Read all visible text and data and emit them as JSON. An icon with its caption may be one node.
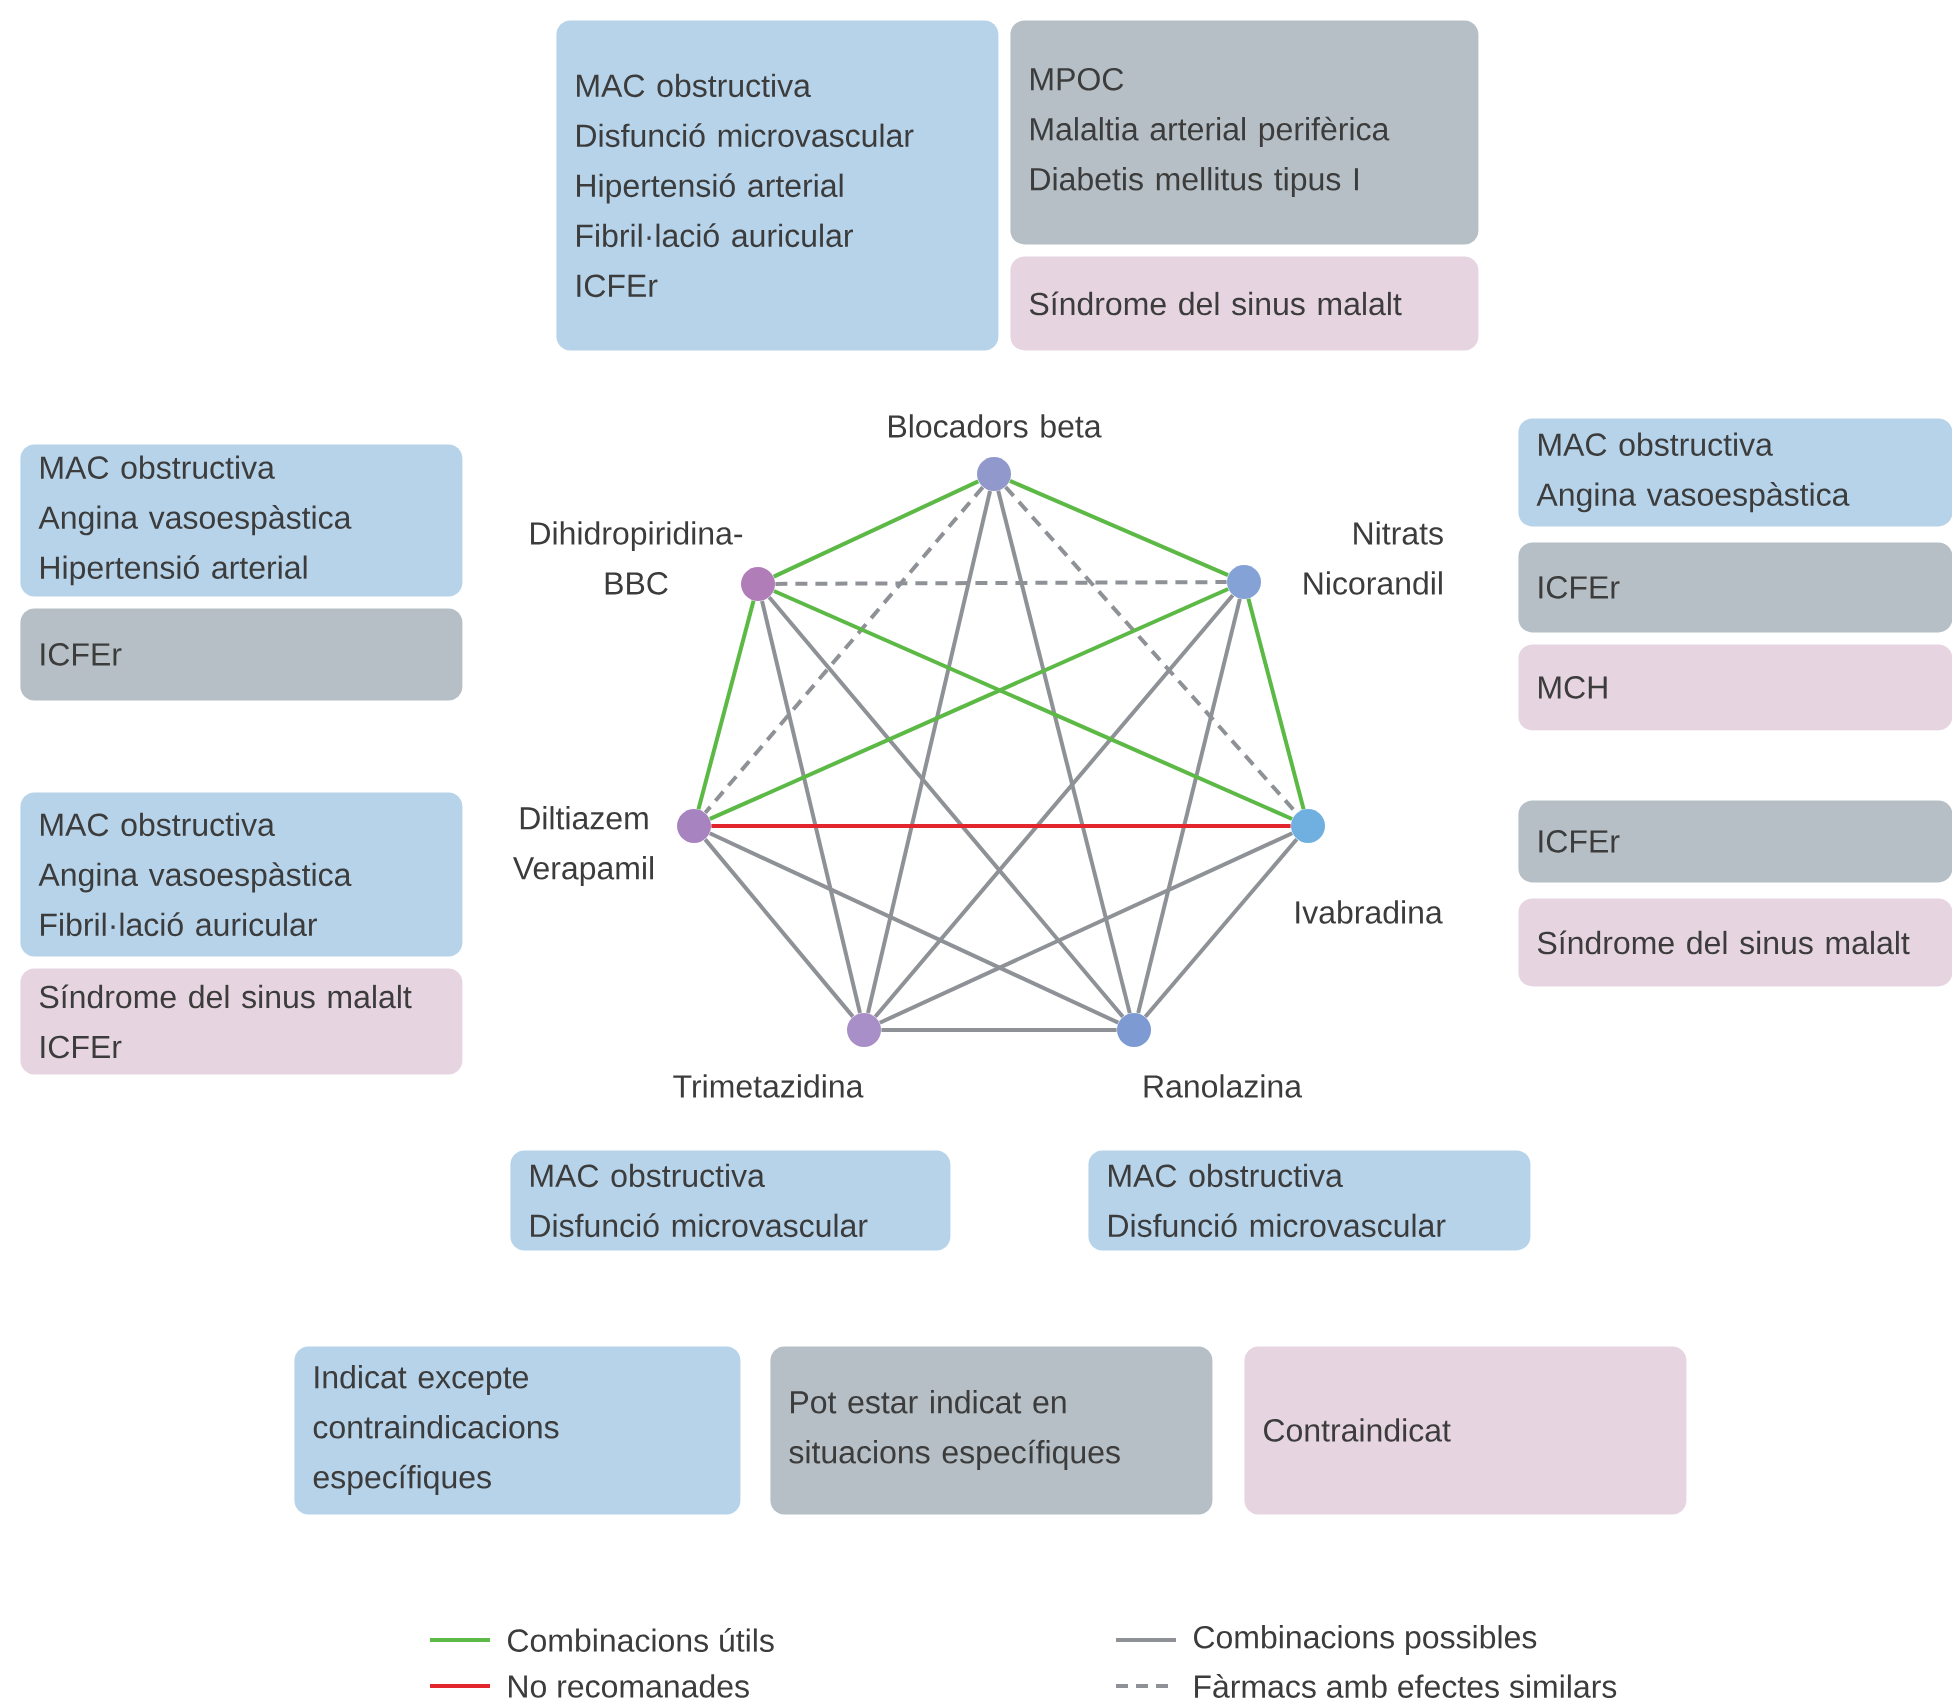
{
  "diagram": {
    "nodes": [
      {
        "text": [],
        "shape": "circle",
        "beside": [
          "Blocadors beta"
        ]
      },
      {
        "text": [],
        "shape": "circle",
        "beside": [
          "Nitrats Nicorandil"
        ]
      },
      {
        "text": [],
        "shape": "circle",
        "beside": [
          "Ivabradina"
        ]
      },
      {
        "text": [],
        "shape": "circle",
        "beside": [
          "Ranolazina"
        ]
      },
      {
        "text": [],
        "shape": "circle",
        "beside": [
          "Trimetazidina"
        ]
      },
      {
        "text": [],
        "shape": "circle",
        "beside": [
          "Diltiazem Verapamil"
        ]
      },
      {
        "text": [],
        "shape": "circle",
        "beside": [
          "Dihidropiridina- BBC"
        ]
      },
      {
        "text": [
          "MAC obstructiva",
          "Disfunció microvascular",
          "Hipertensió arterial",
          "Fibril·lació auricular",
          "ICFEr"
        ]
      },
      {
        "text": [
          "MPOC",
          "Malaltia arterial perifèrica",
          "Diabetis mellitus tipus I"
        ]
      },
      {
        "text": [
          "Síndrome del sinus malalt"
        ]
      },
      {
        "text": [
          "MAC obstructiva",
          "Angina vasoespàstica",
          "Hipertensió arterial"
        ]
      },
      {
        "text": [
          "ICFEr"
        ]
      },
      {
        "text": [
          "MAC obstructiva",
          "Angina vasoespàstica"
        ]
      },
      {
        "text": [
          "ICFEr"
        ]
      },
      {
        "text": [
          "MCH"
        ]
      },
      {
        "text": [
          "MAC obstructiva",
          "Angina vasoespàstica",
          "Fibril·lació auricular"
        ]
      },
      {
        "text": [
          "Síndrome del sinus malalt",
          "ICFEr"
        ]
      },
      {
        "text": [
          "ICFEr"
        ]
      },
      {
        "text": [
          "Síndrome del sinus malalt"
        ]
      },
      {
        "text": [
          "MAC obstructiva",
          "Disfunció microvascular"
        ]
      },
      {
        "text": [
          "MAC obstructiva",
          "Disfunció microvascular"
        ]
      }
    ],
    "edges": [
      {
        "from": 0,
        "to": 4,
        "arrow": "none"
      },
      {
        "from": 0,
        "to": 3,
        "arrow": "none"
      },
      {
        "from": 6,
        "to": 4,
        "arrow": "none"
      },
      {
        "from": 6,
        "to": 3,
        "arrow": "none"
      },
      {
        "from": 1,
        "to": 4,
        "arrow": "none"
      },
      {
        "from": 1,
        "to": 3,
        "arrow": "none"
      },
      {
        "from": 5,
        "to": 4,
        "arrow": "none"
      },
      {
        "from": 5,
        "to": 3,
        "arrow": "none"
      },
      {
        "from": 2,
        "to": 4,
        "arrow": "none"
      },
      {
        "from": 2,
        "to": 3,
        "arrow": "none"
      },
      {
        "from": 4,
        "to": 3,
        "arrow": "none"
      },
      {
        "from": 6,
        "to": 1,
        "arrow": "none",
        "style": "dashed"
      },
      {
        "from": 0,
        "to": 5,
        "arrow": "none",
        "style": "dashed"
      },
      {
        "from": 0,
        "to": 2,
        "arrow": "none",
        "style": "dashed"
      },
      {
        "from": 6,
        "to": 0,
        "arrow": "none",
        "color": "#5cb946"
      },
      {
        "from": 0,
        "to": 1,
        "arrow": "none",
        "color": "#5cb946"
      },
      {
        "from": 1,
        "to": 2,
        "arrow": "none",
        "color": "#5cb946"
      },
      {
        "from": 6,
        "to": 5,
        "arrow": "none",
        "color": "#5cb946"
      },
      {
        "from": 6,
        "to": 2,
        "arrow": "none",
        "color": "#5cb946"
      },
      {
        "from": 5,
        "to": 1,
        "arrow": "none",
        "color": "#5cb946"
      },
      {
        "from": 5,
        "to": 2,
        "arrow": "none",
        "color": "#e3262e"
      }
    ],
    "legend": [
      {
        "text": "Indicat excepte contraindicacions específiques",
        "color": "#b6d3ea"
      },
      {
        "text": "Pot estar indicat en situacions específiques",
        "color": "#b5bfc5"
      },
      {
        "text": "Contraindicat",
        "color": "#e6d5e1"
      },
      {
        "text": "Combinacions útils"
      },
      {
        "text": "Combinacions possibles"
      },
      {
        "text": "No recomanades"
      },
      {
        "text": "Fàrmacs amb efectes similars"
      }
    ]
  }
}
